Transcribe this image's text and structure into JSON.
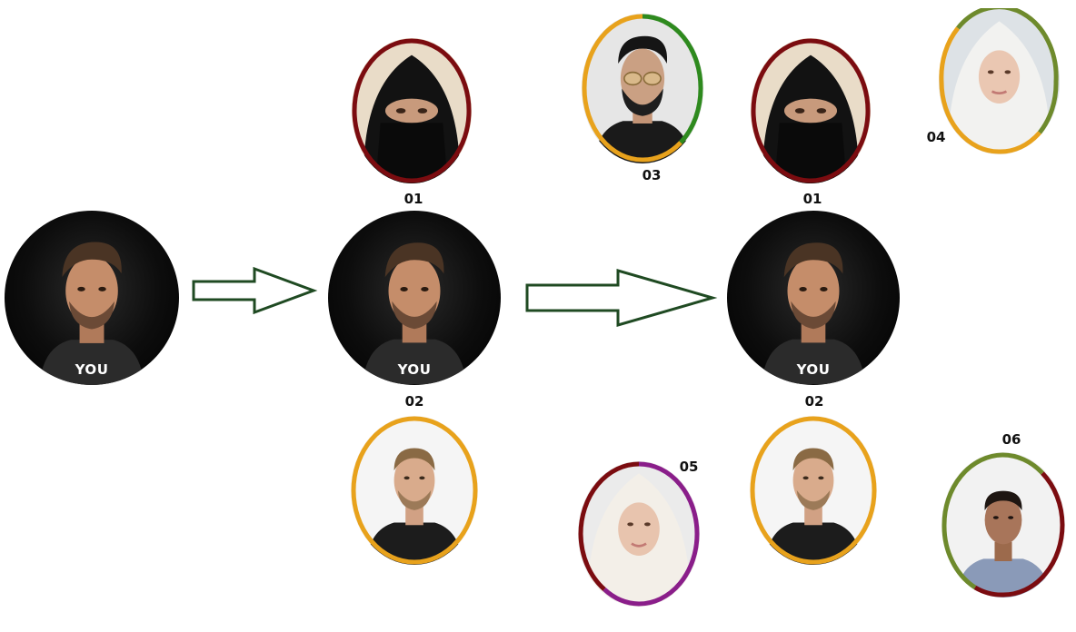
{
  "you_nodes": [
    {
      "label": "YOU"
    },
    {
      "label": "YOU"
    },
    {
      "label": "YOU"
    }
  ],
  "labels": {
    "c1_top": "01",
    "c1_bottom": "02",
    "c2_top": "01",
    "c2_bottom": "02",
    "n03": "03",
    "n04": "04",
    "n05": "05",
    "n06": "06"
  },
  "colors": {
    "arrow_stroke": "#1f4a22",
    "maroon": "#7b0c10",
    "orange": "#e8a21c",
    "green": "#2e8a1e",
    "olive": "#6e8a2c",
    "purple": "#8a1e8a"
  },
  "icons": [
    "arrow-right-icon"
  ]
}
